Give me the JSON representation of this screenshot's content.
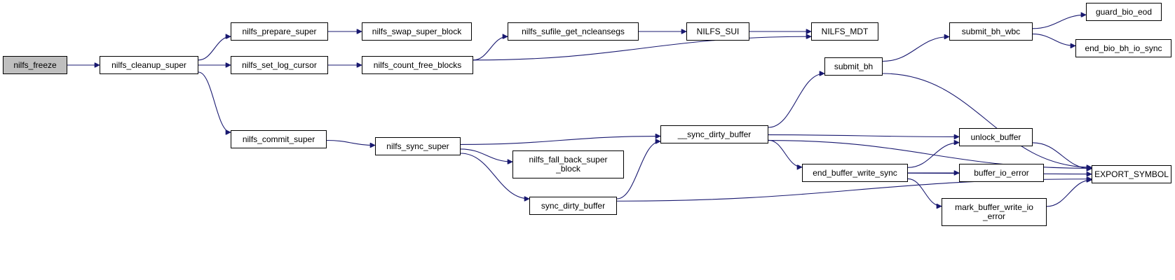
{
  "colors": {
    "edge": "#191970",
    "node_border": "#000000",
    "root_fill": "#bfbfbf"
  },
  "nodes": {
    "nilfs_freeze": {
      "label": "nilfs_freeze",
      "root": true
    },
    "nilfs_cleanup_super": {
      "label": "nilfs_cleanup_super"
    },
    "nilfs_prepare_super": {
      "label": "nilfs_prepare_super"
    },
    "nilfs_set_log_cursor": {
      "label": "nilfs_set_log_cursor"
    },
    "nilfs_commit_super": {
      "label": "nilfs_commit_super"
    },
    "nilfs_swap_super_block": {
      "label": "nilfs_swap_super_block"
    },
    "nilfs_count_free_blocks": {
      "label": "nilfs_count_free_blocks"
    },
    "nilfs_sync_super": {
      "label": "nilfs_sync_super"
    },
    "nilfs_sufile_get_ncleansegs": {
      "label": "nilfs_sufile_get_ncleansegs"
    },
    "NILFS_SUI": {
      "label": "NILFS_SUI"
    },
    "NILFS_MDT": {
      "label": "NILFS_MDT"
    },
    "__sync_dirty_buffer": {
      "label": "__sync_dirty_buffer"
    },
    "nilfs_fall_back_super_block": {
      "label": "nilfs_fall_back_super\n_block"
    },
    "sync_dirty_buffer": {
      "label": "sync_dirty_buffer"
    },
    "submit_bh": {
      "label": "submit_bh"
    },
    "submit_bh_wbc": {
      "label": "submit_bh_wbc"
    },
    "guard_bio_eod": {
      "label": "guard_bio_eod"
    },
    "end_bio_bh_io_sync": {
      "label": "end_bio_bh_io_sync"
    },
    "unlock_buffer": {
      "label": "unlock_buffer"
    },
    "end_buffer_write_sync": {
      "label": "end_buffer_write_sync"
    },
    "buffer_io_error": {
      "label": "buffer_io_error"
    },
    "mark_buffer_write_io_error": {
      "label": "mark_buffer_write_io\n_error"
    },
    "EXPORT_SYMBOL": {
      "label": "EXPORT_SYMBOL"
    }
  },
  "edges": [
    [
      "nilfs_freeze",
      "nilfs_cleanup_super"
    ],
    [
      "nilfs_cleanup_super",
      "nilfs_prepare_super"
    ],
    [
      "nilfs_cleanup_super",
      "nilfs_set_log_cursor"
    ],
    [
      "nilfs_cleanup_super",
      "nilfs_commit_super"
    ],
    [
      "nilfs_prepare_super",
      "nilfs_swap_super_block"
    ],
    [
      "nilfs_set_log_cursor",
      "nilfs_count_free_blocks"
    ],
    [
      "nilfs_count_free_blocks",
      "nilfs_sufile_get_ncleansegs"
    ],
    [
      "nilfs_count_free_blocks",
      "NILFS_MDT"
    ],
    [
      "nilfs_sufile_get_ncleansegs",
      "NILFS_SUI"
    ],
    [
      "NILFS_SUI",
      "NILFS_MDT"
    ],
    [
      "nilfs_commit_super",
      "nilfs_sync_super"
    ],
    [
      "nilfs_sync_super",
      "__sync_dirty_buffer"
    ],
    [
      "nilfs_sync_super",
      "nilfs_fall_back_super_block"
    ],
    [
      "nilfs_sync_super",
      "sync_dirty_buffer"
    ],
    [
      "sync_dirty_buffer",
      "__sync_dirty_buffer"
    ],
    [
      "sync_dirty_buffer",
      "EXPORT_SYMBOL"
    ],
    [
      "__sync_dirty_buffer",
      "submit_bh"
    ],
    [
      "__sync_dirty_buffer",
      "EXPORT_SYMBOL"
    ],
    [
      "__sync_dirty_buffer",
      "unlock_buffer"
    ],
    [
      "__sync_dirty_buffer",
      "end_buffer_write_sync"
    ],
    [
      "submit_bh",
      "submit_bh_wbc"
    ],
    [
      "submit_bh",
      "EXPORT_SYMBOL"
    ],
    [
      "submit_bh_wbc",
      "guard_bio_eod"
    ],
    [
      "submit_bh_wbc",
      "end_bio_bh_io_sync"
    ],
    [
      "end_buffer_write_sync",
      "unlock_buffer"
    ],
    [
      "end_buffer_write_sync",
      "buffer_io_error"
    ],
    [
      "end_buffer_write_sync",
      "mark_buffer_write_io_error"
    ],
    [
      "end_buffer_write_sync",
      "EXPORT_SYMBOL"
    ],
    [
      "unlock_buffer",
      "EXPORT_SYMBOL"
    ],
    [
      "mark_buffer_write_io_error",
      "EXPORT_SYMBOL"
    ]
  ]
}
